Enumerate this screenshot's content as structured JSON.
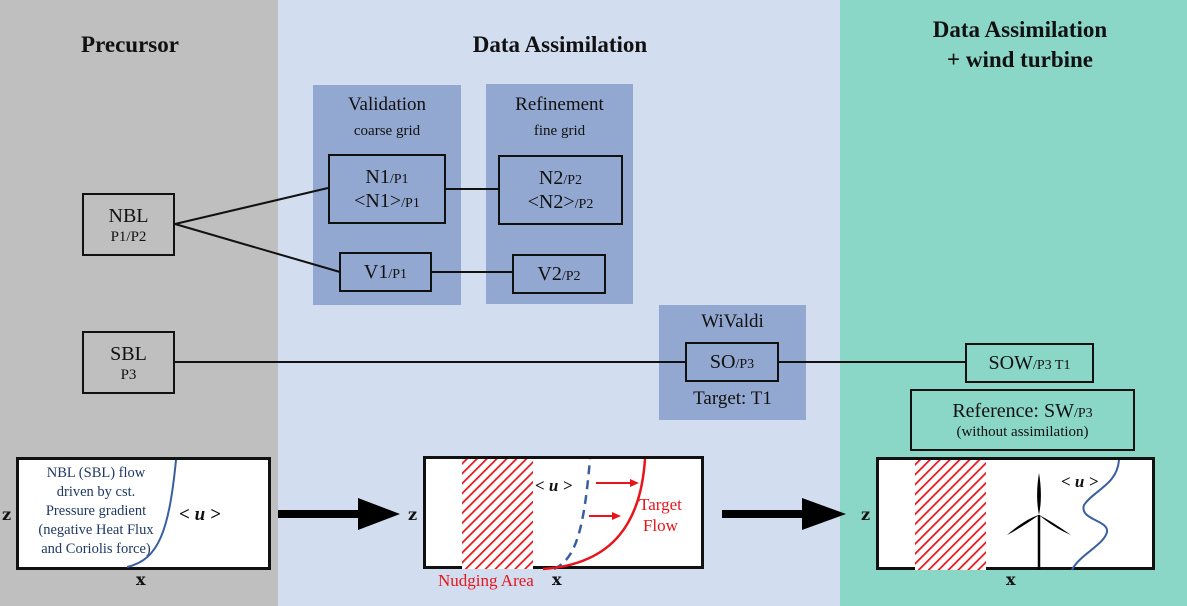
{
  "columns": {
    "precursor": {
      "title": "Precursor",
      "color": "#bfbfbf"
    },
    "data_assimilation": {
      "title": "Data Assimilation",
      "color": "#d2ddef"
    },
    "da_wind_turbine": {
      "title_line1": "Data Assimilation",
      "title_line2": "+ wind turbine",
      "color": "#8ad6c7"
    }
  },
  "group_color": "#92a8d0",
  "precursor_boxes": {
    "nbl": {
      "label": "NBL",
      "sub": "P1/P2"
    },
    "sbl": {
      "label": "SBL",
      "sub": "P3"
    }
  },
  "groups": {
    "validation": {
      "title": "Validation",
      "subtitle": "coarse grid",
      "n1": {
        "line1_main": "N1",
        "line1_sub": "/P1",
        "line2_main": "<N1>",
        "line2_sub": "/P1"
      },
      "v1": {
        "main": "V1",
        "sub": "/P1"
      }
    },
    "refinement": {
      "title": "Refinement",
      "subtitle": "fine grid",
      "n2": {
        "line1_main": "N2",
        "line1_sub": "/P2",
        "line2_main": "<N2>",
        "line2_sub": "/P2"
      },
      "v2": {
        "main": "V2",
        "sub": "/P2"
      }
    },
    "wivaldi": {
      "title": "WiValdi",
      "footer": "Target: T1",
      "so": {
        "main": "SO",
        "sub": "/P3"
      }
    }
  },
  "turbine_boxes": {
    "sow": {
      "main": "SOW",
      "sub": "/P3 T1"
    },
    "reference": {
      "main": "Reference: SW",
      "sub": "/P3",
      "note": "(without assimilation)"
    }
  },
  "plots": {
    "precursor": {
      "text": [
        "NBL (SBL) flow",
        "driven by cst.",
        "Pressure gradient",
        "(negative Heat Flux",
        "and Coriolis force)"
      ],
      "u_label": "< u >",
      "z": "z",
      "x": "x"
    },
    "assimilation": {
      "u_label": "< u >",
      "target_line1": "Target",
      "target_line2": "Flow",
      "nudging": "Nudging Area",
      "z": "z",
      "x": "x"
    },
    "turbine": {
      "u_label": "< u >",
      "z": "z",
      "x": "x"
    }
  },
  "colors": {
    "profile_blue": "#3a5fa0",
    "target_red": "#e8141c"
  }
}
